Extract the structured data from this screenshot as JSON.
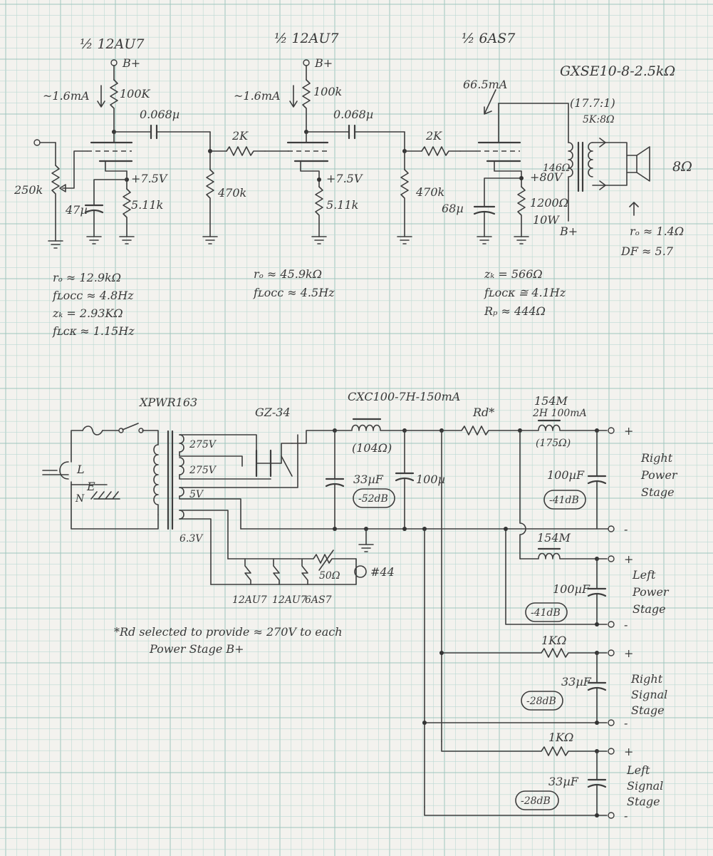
{
  "stage1": {
    "tube": "½ 12AU7",
    "bplus": "B+",
    "current": "~1.6mA",
    "plate_r": "100K",
    "coupling_cap": "0.068µ",
    "input_pot": "250k",
    "cathode_v": "+7.5V",
    "cathode_r": "5.11k",
    "cathode_cap": "47µ",
    "grid_r": "470k",
    "grid_stop": "2K",
    "notes": [
      "rₒ ≈ 12.9kΩ",
      "fʟᴏᴄᴄ ≈ 4.8Hz",
      "zₖ = 2.93KΩ",
      "fʟᴄᴋ ≈ 1.15Hz"
    ]
  },
  "stage2": {
    "tube": "½ 12AU7",
    "bplus": "B+",
    "current": "~1.6mA",
    "plate_r": "100k",
    "coupling_cap": "0.068µ",
    "cathode_v": "+7.5V",
    "cathode_r": "5.11k",
    "grid_r": "470k",
    "grid_stop": "2K",
    "notes": [
      "rₒ ≈ 45.9kΩ",
      "fʟᴏᴄᴄ ≈ 4.5Hz"
    ]
  },
  "stage3": {
    "tube": "½ 6AS7",
    "current": "66.5mA",
    "transformer": "GXSE10-8-2.5kΩ",
    "ratio": "(17.7:1)",
    "ratio2": "5K:8Ω",
    "primary_r": "146Ω",
    "speaker": "8Ω",
    "cathode_v": "+80V",
    "cathode_r": "1200Ω",
    "cathode_w": "10W",
    "cathode_cap": "68µ",
    "bplus": "B+",
    "notes": [
      "zₖ = 566Ω",
      "fʟᴏᴄᴋ ≅ 4.1Hz",
      "Rₚ ≈ 444Ω"
    ],
    "out_notes": [
      "rₒ ≈ 1.4Ω",
      "DF ≈ 5.7"
    ]
  },
  "psu": {
    "mains_transformer": "XPWR163",
    "rectifier": "GZ-34",
    "choke1": "CXC100-7H-150mA",
    "choke1_r": "(104Ω)",
    "cap1": "33µF",
    "cap2": "100µ",
    "ripple1": "-52dB",
    "sec1": "275V",
    "sec2": "275V",
    "sec3": "5V",
    "sec4": "6.3V",
    "l": "L",
    "e": "E",
    "n": "N",
    "rd": "Rd*",
    "choke2": "154M",
    "choke2_spec": "2H 100mA",
    "choke2_r": "(175Ω)",
    "cap3": "100µF",
    "ripple3": "-41dB",
    "choke3": "154M",
    "cap4": "100µF",
    "ripple4": "-41dB",
    "r1": "1KΩ",
    "cap5": "33µF",
    "ripple5": "-28dB",
    "r2": "1KΩ",
    "cap6": "33µF",
    "ripple6": "-28dB",
    "heater_pot": "50Ω",
    "lamp": "#44",
    "tubes": [
      "12AU7",
      "12AU7",
      "6AS7"
    ],
    "footnote": [
      "*Rd selected to provide ≈ 270V to each",
      "Power Stage B+"
    ],
    "plus": "+",
    "minus": "-"
  },
  "outputs": [
    {
      "label": [
        "Right",
        "Power",
        "Stage"
      ]
    },
    {
      "label": [
        "Left",
        "Power",
        "Stage"
      ]
    },
    {
      "label": [
        "Right",
        "Signal",
        "Stage"
      ]
    },
    {
      "label": [
        "Left",
        "Signal",
        "Stage"
      ]
    }
  ],
  "colors": {
    "paper": "#f3f2ee",
    "grid_minor": "#bcd9d3",
    "grid_major": "#9fc5bd",
    "pencil": "#3d3d3d"
  }
}
